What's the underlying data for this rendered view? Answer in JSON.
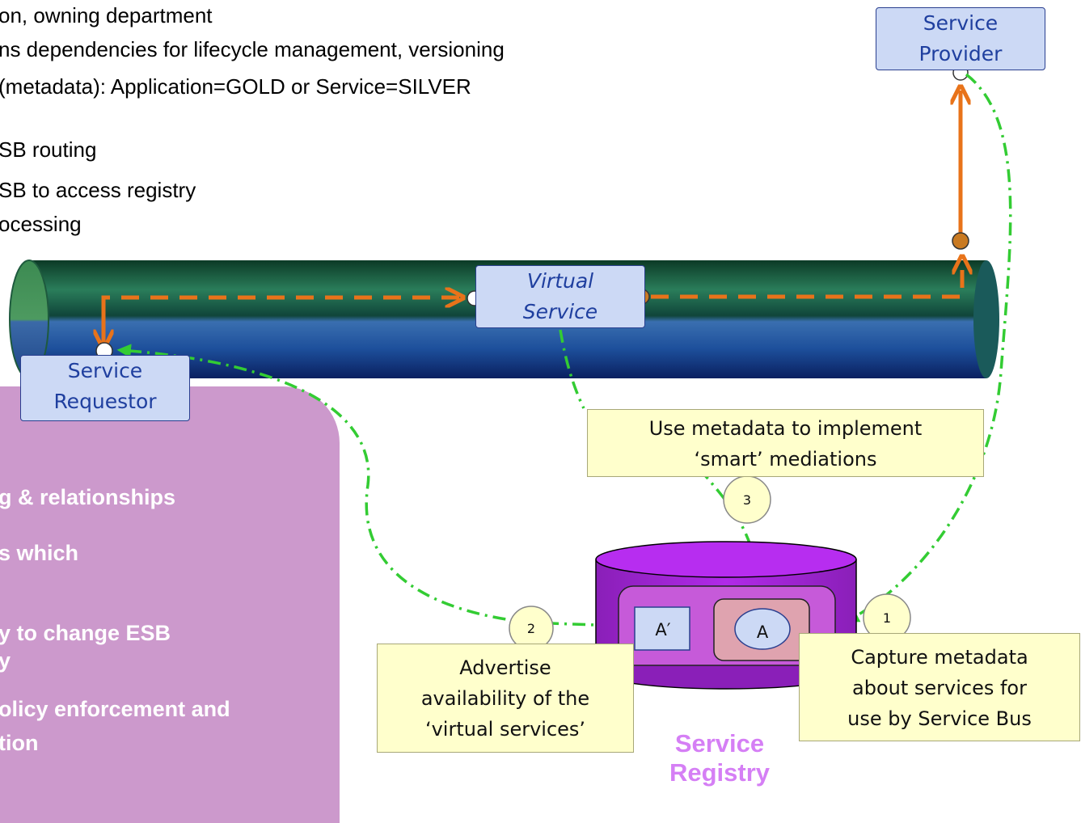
{
  "bullets": [
    "on, owning department",
    "ns dependencies for lifecycle management, versioning",
    "(metadata): Application=GOLD or Service=SILVER",
    "SB routing",
    "SB to access registry",
    "ocessing"
  ],
  "panel_lines": [
    "g & relationships",
    "s which",
    "y to change ESB",
    "y",
    "olicy enforcement and",
    "tion"
  ],
  "service_provider": {
    "line1": "Service",
    "line2": "Provider"
  },
  "service_requestor": {
    "line1": "Service",
    "line2": "Requestor"
  },
  "virtual_service": {
    "line1": "Virtual",
    "line2": "Service"
  },
  "notes": {
    "smart": {
      "line1": "Use metadata to implement",
      "line2": "‘smart’ mediations"
    },
    "advertise": {
      "line1": "Advertise",
      "line2": "availability of the",
      "line3": "‘virtual services’"
    },
    "capture": {
      "line1": "Capture metadata",
      "line2": "about services for",
      "line3": "use by Service Bus"
    }
  },
  "steps": {
    "one": "1",
    "two": "2",
    "three": "3"
  },
  "registry": {
    "entry_a": "A",
    "entry_a_prime": "A′",
    "label_line1": "Service",
    "label_line2": "Registry"
  },
  "colors": {
    "bus_path": "#e8731a",
    "metadata_flow": "#33cc33",
    "panel": "#cc99cc",
    "registry": "#a020e0",
    "registry_label": "#d57ff5"
  }
}
